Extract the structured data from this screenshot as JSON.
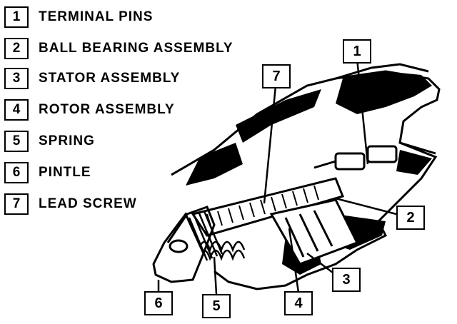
{
  "legend": [
    {
      "number": "1",
      "label": "TERMINAL PINS"
    },
    {
      "number": "2",
      "label": "BALL BEARING ASSEMBLY"
    },
    {
      "number": "3",
      "label": "STATOR ASSEMBLY"
    },
    {
      "number": "4",
      "label": "ROTOR ASSEMBLY"
    },
    {
      "number": "5",
      "label": "SPRING"
    },
    {
      "number": "6",
      "label": "PINTLE"
    },
    {
      "number": "7",
      "label": "LEAD SCREW"
    }
  ],
  "callouts": {
    "c1": "1",
    "c2": "2",
    "c3": "3",
    "c4": "4",
    "c5": "5",
    "c6": "6",
    "c7": "7"
  }
}
